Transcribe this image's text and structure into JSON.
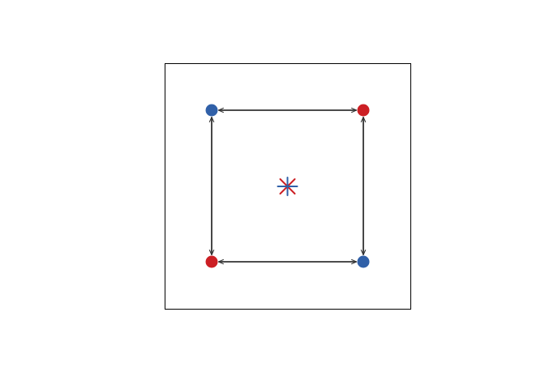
{
  "colors": {
    "background": "#ffffff",
    "frame": "#000000",
    "edge": "#333333",
    "node_blue": "#3060a8",
    "node_red": "#cc1f24",
    "center_red": "#cc1f24",
    "center_blue": "#3060a8"
  },
  "diagram": {
    "nodes": [
      {
        "id": "top-left",
        "color": "blue",
        "name": "node-top-left"
      },
      {
        "id": "top-right",
        "color": "red",
        "name": "node-top-right"
      },
      {
        "id": "bottom-left",
        "color": "red",
        "name": "node-bottom-left"
      },
      {
        "id": "bottom-right",
        "color": "blue",
        "name": "node-bottom-right"
      }
    ],
    "edges": [
      {
        "from": "top-left",
        "to": "top-right",
        "direction": "both",
        "name": "edge-top"
      },
      {
        "from": "bottom-left",
        "to": "bottom-right",
        "direction": "both",
        "name": "edge-bottom"
      },
      {
        "from": "top-left",
        "to": "bottom-left",
        "direction": "both",
        "name": "edge-left"
      },
      {
        "from": "top-right",
        "to": "bottom-right",
        "direction": "both",
        "name": "edge-right"
      }
    ],
    "center_marker": {
      "type": "asterisk",
      "name": "center-marker-icon"
    }
  }
}
